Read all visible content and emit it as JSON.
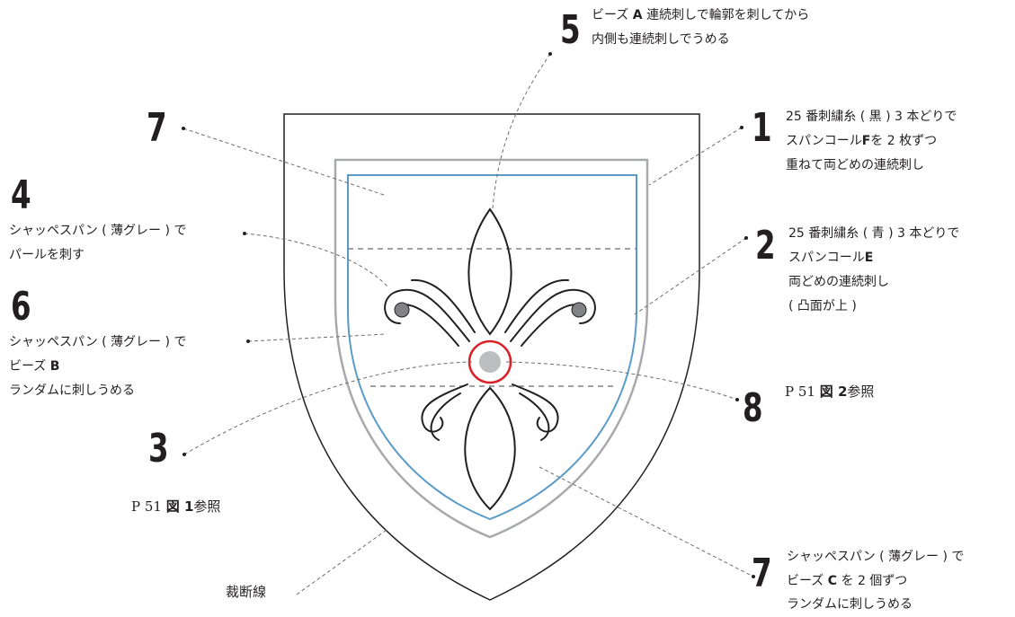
{
  "callouts": {
    "c5": {
      "num": "5",
      "line1_a": "ビーズ",
      "line1_b": "A",
      "line1_c": "連続刺しで輪郭を刺してから",
      "line2": "内側も連続刺しでうめる"
    },
    "c7a": {
      "num": "7"
    },
    "c1": {
      "num": "1",
      "line1": "25 番刺繍糸 ( 黒 ) 3 本どりで",
      "line2_a": "スパンコール",
      "line2_b": "F",
      "line2_c": "を 2 枚ずつ",
      "line3": "重ねて両どめの連続刺し"
    },
    "c4": {
      "num": "4",
      "line1": "シャッペスパン ( 薄グレー ) で",
      "line2": "パールを刺す"
    },
    "c2": {
      "num": "2",
      "line1": "25 番刺繍糸 ( 青 ) 3 本どりで",
      "line2_a": "スパンコール",
      "line2_b": "E",
      "line3": "両どめの連続刺し",
      "line4": "( 凸面が上 )"
    },
    "c6": {
      "num": "6",
      "line1": "シャッペスパン ( 薄グレー ) で",
      "line2_a": "ビーズ",
      "line2_b": "B",
      "line3": "ランダムに刺しうめる"
    },
    "c8": {
      "num": "8",
      "ref_a": "P 51 ",
      "ref_b": "図 2",
      "ref_c": "参照"
    },
    "c3": {
      "num": "3",
      "ref_a": "P 51 ",
      "ref_b": "図 1",
      "ref_c": "参照"
    },
    "c7b": {
      "num": "7",
      "line1": "シャッペスパン ( 薄グレー ) で",
      "line2_a": "ビーズ",
      "line2_b": "C",
      "line2_c": "を 2 個ずつ",
      "line3": "ランダムに刺しうめる"
    },
    "cut": {
      "label": "裁断線"
    }
  },
  "colors": {
    "outline": "#231f20",
    "gray_border": "#a7a9ac",
    "blue_border": "#5b9bc8",
    "red_ring": "#d92027",
    "pearl": "#bcbec0",
    "bead": "#808285",
    "leader": "#6d6e71"
  }
}
